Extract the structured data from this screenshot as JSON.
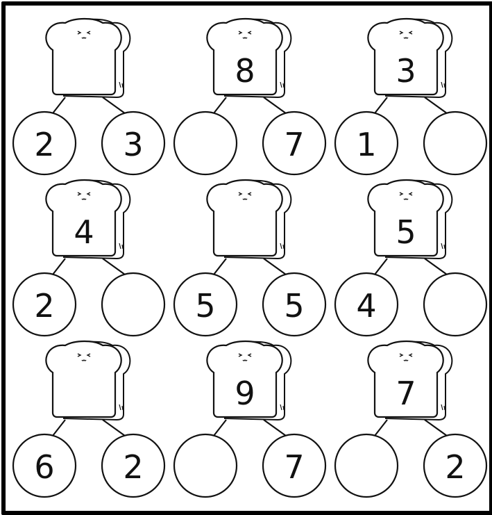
{
  "worksheet": {
    "problems": [
      {
        "total": "",
        "left": "2",
        "right": "3"
      },
      {
        "total": "8",
        "left": "",
        "right": "7"
      },
      {
        "total": "3",
        "left": "1",
        "right": ""
      },
      {
        "total": "4",
        "left": "2",
        "right": ""
      },
      {
        "total": "",
        "left": "5",
        "right": "5"
      },
      {
        "total": "5",
        "left": "4",
        "right": ""
      },
      {
        "total": "",
        "left": "6",
        "right": "2"
      },
      {
        "total": "9",
        "left": "",
        "right": "7"
      },
      {
        "total": "7",
        "left": "",
        "right": "2"
      }
    ]
  },
  "icons": {
    "top": "bread-slice-face-icon",
    "parts": "number-bond-circle"
  }
}
